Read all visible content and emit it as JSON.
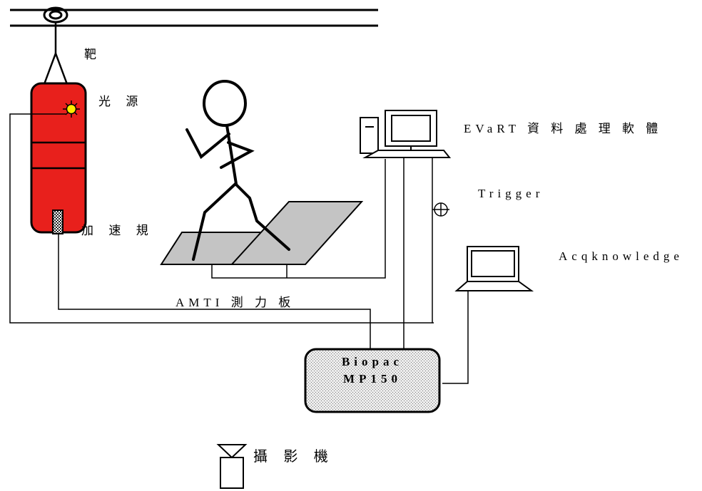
{
  "labels": {
    "target": "靶",
    "light_source": "光 源",
    "accelerometer": "加 速 規",
    "force_plate": "AMTI 測 力 板",
    "evart": "EVaRT 資 料 處 理 軟 體",
    "trigger": "Trigger",
    "acqknowledge": "Acqknowledge",
    "biopac_line1": "Biopac",
    "biopac_line2": "MP150",
    "camera": "攝 影 機"
  },
  "colors": {
    "punching_bag": "#e8201c",
    "light": "#ffee00",
    "force_plate": "#c4c4c4",
    "biopac_fill": "#d9d9d9",
    "line": "#000000"
  },
  "icons": [
    "hook-ring-icon",
    "light-source-icon",
    "accelerometer-icon",
    "desktop-computer-icon",
    "laptop-icon",
    "trigger-icon",
    "camera-icon"
  ]
}
